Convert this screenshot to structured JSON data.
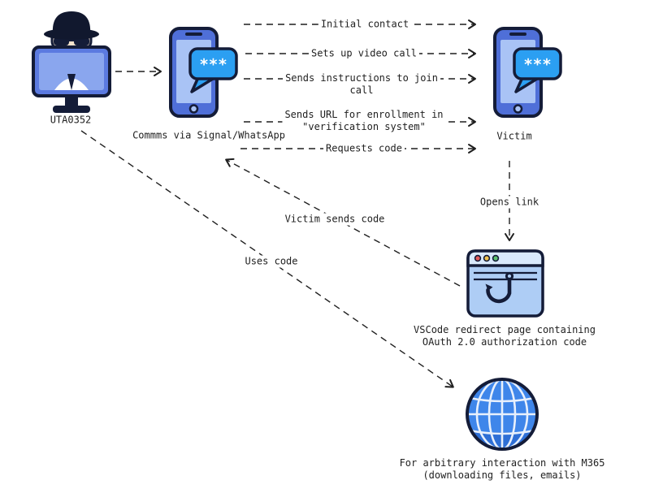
{
  "diagram": {
    "nodes": {
      "attacker_label": "UTA0352",
      "comms_label": "Commms via Signal/WhatsApp",
      "victim_label": "Victim",
      "browser_label_line1": "VSCode redirect page containing",
      "browser_label_line2": "OAuth 2.0 authorization code",
      "globe_label_line1": "For arbitrary interaction with M365",
      "globe_label_line2": "(downloading files, emails)",
      "chat_bubble_text": "***"
    },
    "edges": {
      "initial_contact": "Initial contact",
      "sets_up_video_call": "Sets up video call",
      "sends_instructions_line1": "Sends instructions to join",
      "sends_instructions_line2": "call",
      "sends_url_line1": "Sends URL for enrollment in",
      "sends_url_line2": "\"verification system\"",
      "requests_code": "Requests code",
      "opens_link": "Opens link",
      "victim_sends_code": "Victim sends code",
      "uses_code": "Uses code"
    },
    "colors": {
      "outline_navy": "#141c38",
      "phone_blue": "#4f6fd8",
      "screen_light_blue": "#a9c3f5",
      "chat_bubble_blue": "#2b9ff2",
      "browser_body_blue": "#aecdf5",
      "globe_blue": "#3f86ea",
      "arrow_black": "#1f1f1f"
    }
  }
}
